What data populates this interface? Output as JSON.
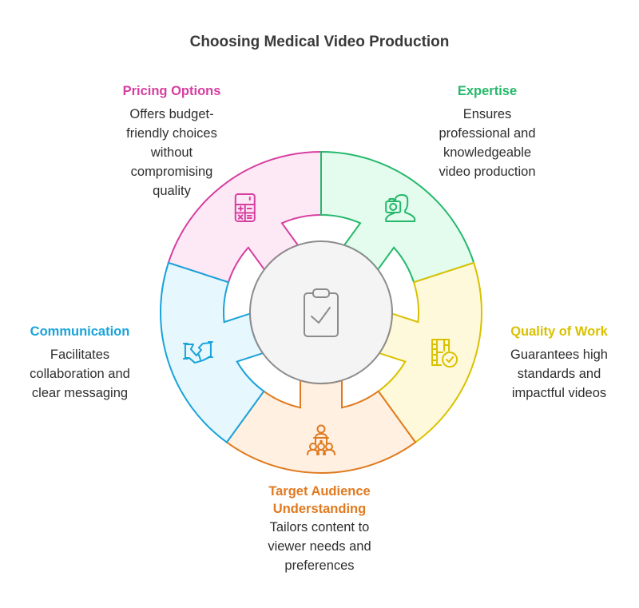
{
  "title": "Choosing Medical Video Production",
  "center": {
    "icon": "clipboard-check-icon",
    "fill": "#f4f4f4",
    "stroke": "#8c8c8c"
  },
  "segments": [
    {
      "key": "pricing",
      "heading": "Pricing Options",
      "description": "Offers budget-\nfriendly choices\nwithout\ncompromising\nquality",
      "icon": "calculator-icon",
      "stroke": "#d63fa0",
      "fill": "#fde9f5"
    },
    {
      "key": "expertise",
      "heading": "Expertise",
      "description": "Ensures\nprofessional and\nknowledgeable\nvideo production",
      "icon": "camera-person-icon",
      "stroke": "#25b86b",
      "fill": "#e3fcee"
    },
    {
      "key": "quality",
      "heading": "Quality of Work",
      "description": "Guarantees high\nstandards and\nimpactful videos",
      "icon": "film-check-icon",
      "stroke": "#d9c100",
      "fill": "#fff9db"
    },
    {
      "key": "audience",
      "heading": "Target Audience\nUnderstanding",
      "description": "Tailors content to\nviewer needs and\npreferences",
      "icon": "audience-presenter-icon",
      "stroke": "#e07a1f",
      "fill": "#fff0e2"
    },
    {
      "key": "communication",
      "heading": "Communication",
      "description": "Facilitates\ncollaboration and\nclear messaging",
      "icon": "handshake-icon",
      "stroke": "#1aa3d9",
      "fill": "#e6f7fd"
    }
  ]
}
